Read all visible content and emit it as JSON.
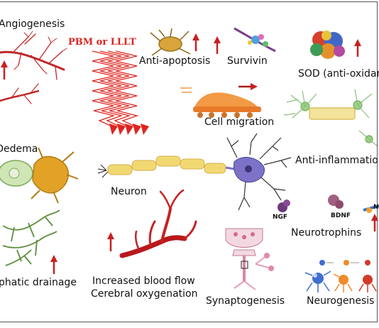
{
  "labels": {
    "angiogenesis": "Angiogenesis",
    "pbm": "PBM or LLLT",
    "anti_apoptosis": "Anti-apoptosis",
    "survivin": "Survivin",
    "sod": "SOD (anti-oxidant)",
    "cell_migration": "Cell migration",
    "anti_inflammation": "Anti-inflammation",
    "oedema": "Oedema",
    "neuron": "Neuron",
    "ngf": "NGF",
    "bdnf": "BDNF",
    "nt_partial": "N",
    "neurotrophins": "Neurotrophins",
    "lymphatic_drainage": "phatic drainage",
    "blood_flow_line1": "Increased blood flow",
    "blood_flow_line2": "Cerebral oxygenation",
    "synaptogenesis": "Synaptogenesis",
    "neurogenesis": "Neurogenesis"
  },
  "colors": {
    "arrow": "#c8201f",
    "laser": "#e0241f",
    "vessel": "#b8181c",
    "neuron_body": "#7c72c8",
    "axon": "#f1d872",
    "glia": "#e2a226",
    "lymph": "#5b8f3a"
  }
}
